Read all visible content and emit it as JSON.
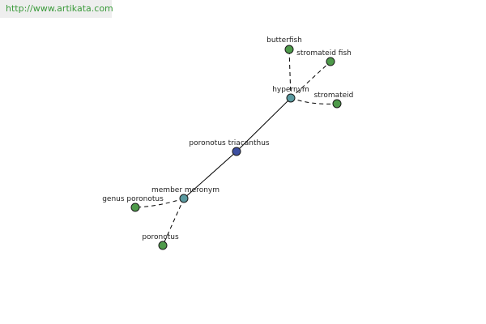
{
  "watermark": {
    "text": "http://www.artikata.com"
  },
  "colors": {
    "background": "#ffffff",
    "watermark_bg": "#eeeeee",
    "watermark_text": "#3a9a3a",
    "center_node": "#3d4fa0",
    "relation_node": "#5a9aa0",
    "leaf_node": "#4e9a4a",
    "edge": "#000000"
  },
  "nodes": {
    "center": {
      "label": "poronotus triacanthus"
    },
    "hypernym": {
      "label": "hypernym"
    },
    "member_meronym": {
      "label": "member meronym"
    },
    "butterfish": {
      "label": "butterfish"
    },
    "stromateid_fish": {
      "label": "stromateid fish"
    },
    "stromateid": {
      "label": "stromateid"
    },
    "genus_poronotus": {
      "label": "genus poronotus"
    },
    "poronotus": {
      "label": "poronotus"
    }
  }
}
